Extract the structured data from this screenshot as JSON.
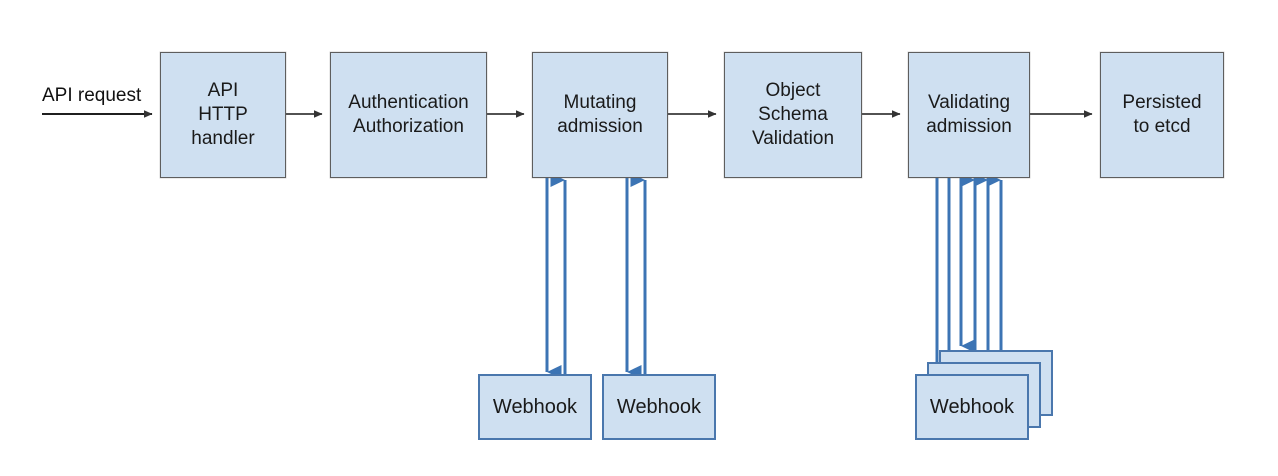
{
  "diagram": {
    "title": "Kubernetes API request admission flow",
    "background_color": "#ffffff",
    "box_fill_color": "#cfe0f1",
    "stage_border_color": "#5e5e5e",
    "webhook_border_color": "#4a77ad",
    "flow_arrow_color": "#3a3a3a",
    "webhook_arrow_color": "#3c74b4"
  },
  "entry": {
    "label": "API request"
  },
  "stages": [
    {
      "id": "api-http-handler",
      "label": "API\nHTTP\nhandler"
    },
    {
      "id": "authentication-authorization",
      "label": "Authentication\nAuthorization"
    },
    {
      "id": "mutating-admission",
      "label": "Mutating\nadmission"
    },
    {
      "id": "object-schema-validation",
      "label": "Object\nSchema\nValidation"
    },
    {
      "id": "validating-admission",
      "label": "Validating\nadmission"
    },
    {
      "id": "persisted-to-etcd",
      "label": "Persisted\nto etcd"
    }
  ],
  "webhooks": {
    "mutating": [
      {
        "id": "mutating-webhook-1",
        "label": "Webhook"
      },
      {
        "id": "mutating-webhook-2",
        "label": "Webhook"
      }
    ],
    "validating": [
      {
        "id": "validating-webhook-back-2",
        "label": ""
      },
      {
        "id": "validating-webhook-back-1",
        "label": ""
      },
      {
        "id": "validating-webhook-front",
        "label": "Webhook"
      }
    ]
  }
}
